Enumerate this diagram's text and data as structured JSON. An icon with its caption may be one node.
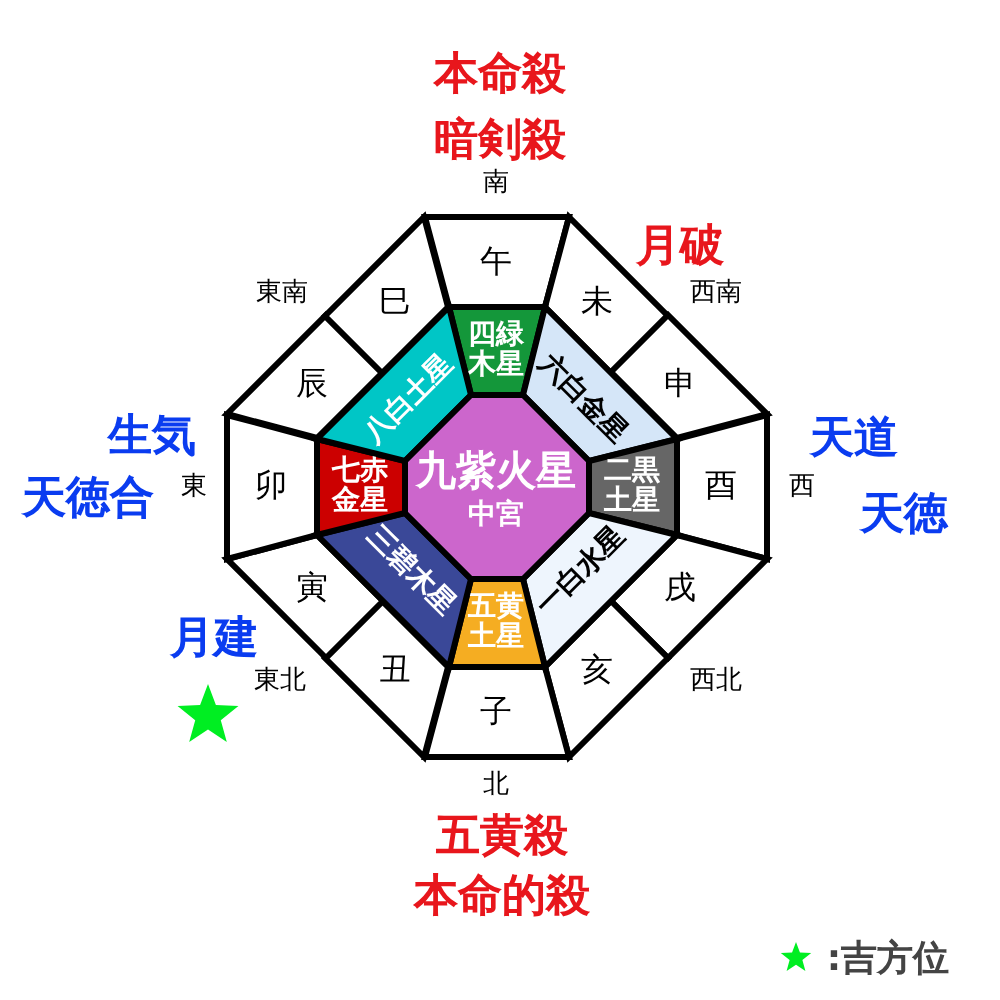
{
  "diagram": {
    "nodes": [
      {
        "text": [
          "午"
        ]
      },
      {
        "text": [
          "未"
        ]
      },
      {
        "text": [
          "申"
        ]
      },
      {
        "text": [
          "酉"
        ]
      },
      {
        "text": [
          "戌"
        ]
      },
      {
        "text": [
          "亥"
        ]
      },
      {
        "text": [
          "子"
        ]
      },
      {
        "text": [
          "丑"
        ]
      },
      {
        "text": [
          "寅"
        ]
      },
      {
        "text": [
          "卯"
        ]
      },
      {
        "text": [
          "辰"
        ]
      },
      {
        "text": [
          "巳"
        ]
      },
      {
        "text": [
          "四緑木星"
        ]
      },
      {
        "text": [
          "六白金星"
        ]
      },
      {
        "text": [
          "二黒土星"
        ]
      },
      {
        "text": [
          "一白水星"
        ]
      },
      {
        "text": [
          "五黄土星"
        ]
      },
      {
        "text": [
          "三碧木星"
        ]
      },
      {
        "text": [
          "七赤金星"
        ]
      },
      {
        "text": [
          "八白土星"
        ]
      },
      {
        "text": [
          "九紫火星",
          "中宮"
        ]
      }
    ],
    "edges": [],
    "labels": [
      "本命殺",
      "暗剣殺",
      "南",
      "月破",
      "東南",
      "西南",
      "生気",
      "天道",
      "天徳合",
      "東",
      "西",
      "天徳",
      "月建",
      "東北",
      "西北",
      "北",
      "五黄殺",
      "本命的殺"
    ],
    "legend": [
      {
        "text": ":吉方位"
      }
    ]
  }
}
